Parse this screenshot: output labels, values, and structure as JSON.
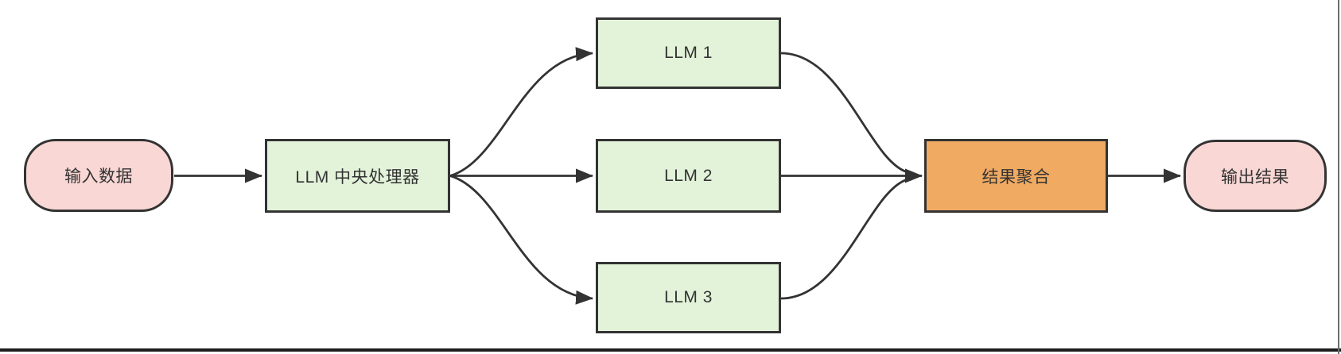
{
  "diagram": {
    "type": "flowchart",
    "direction": "left-to-right",
    "nodes": {
      "input": {
        "label": "输入数据",
        "shape": "stadium",
        "fill": "#f8d7d4"
      },
      "processor": {
        "label": "LLM 中央处理器",
        "shape": "rectangle",
        "fill": "#e3f3da"
      },
      "llm1": {
        "label": "LLM 1",
        "shape": "rectangle",
        "fill": "#e3f3da"
      },
      "llm2": {
        "label": "LLM 2",
        "shape": "rectangle",
        "fill": "#e3f3da"
      },
      "llm3": {
        "label": "LLM 3",
        "shape": "rectangle",
        "fill": "#e3f3da"
      },
      "aggregate": {
        "label": "结果聚合",
        "shape": "rectangle",
        "fill": "#f0aa62"
      },
      "output": {
        "label": "输出结果",
        "shape": "stadium",
        "fill": "#f8d7d4"
      }
    },
    "edges": [
      {
        "from": "input",
        "to": "processor",
        "style": "straight-arrow"
      },
      {
        "from": "processor",
        "to": "llm1",
        "style": "curved-arrow"
      },
      {
        "from": "processor",
        "to": "llm2",
        "style": "straight-arrow"
      },
      {
        "from": "processor",
        "to": "llm3",
        "style": "curved-arrow"
      },
      {
        "from": "llm1",
        "to": "aggregate",
        "style": "curved-merge"
      },
      {
        "from": "llm2",
        "to": "aggregate",
        "style": "straight-arrow"
      },
      {
        "from": "llm3",
        "to": "aggregate",
        "style": "curved-merge"
      },
      {
        "from": "aggregate",
        "to": "output",
        "style": "straight-arrow"
      }
    ],
    "colors": {
      "edge_stroke": "#333333",
      "node_border": "#333333",
      "text": "#333333",
      "pink": "#f8d7d4",
      "green": "#e3f3da",
      "orange": "#f0aa62",
      "bottom_rule": "#1d1d1d",
      "right_rule": "#6f6f6f"
    }
  }
}
